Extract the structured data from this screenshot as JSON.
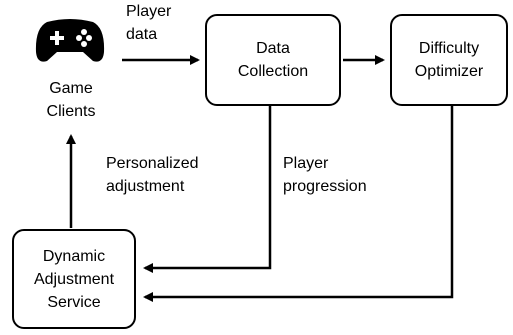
{
  "nodes": {
    "game_clients": {
      "icon": "gamepad-icon",
      "line1": "Game",
      "line2": "Clients"
    },
    "data_collection": {
      "line1": "Data",
      "line2": "Collection"
    },
    "difficulty_optimizer": {
      "line1": "Difficulty",
      "line2": "Optimizer"
    },
    "dynamic_adjustment_service": {
      "line1": "Dynamic",
      "line2": "Adjustment",
      "line3": "Service"
    }
  },
  "edges": {
    "player_data": {
      "line1": "Player",
      "line2": "data"
    },
    "personalized_adjustment": {
      "line1": "Personalized",
      "line2": "adjustment"
    },
    "player_progression": {
      "line1": "Player",
      "line2": "progression"
    }
  },
  "colors": {
    "stroke": "#000000",
    "fill": "#ffffff"
  }
}
